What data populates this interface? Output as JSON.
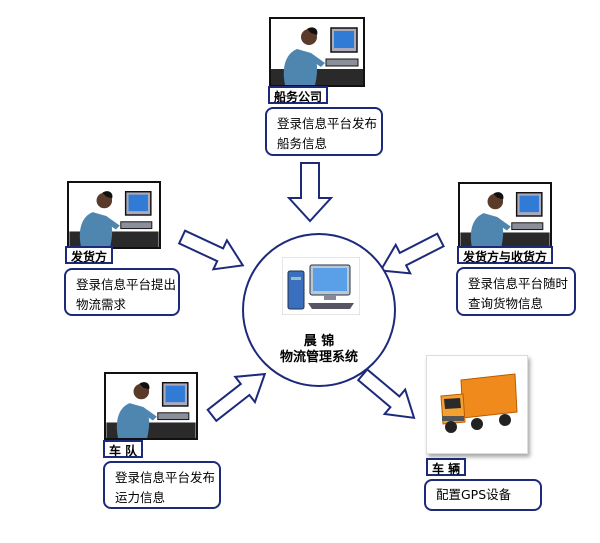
{
  "nodes": {
    "shipping": {
      "tag": "船务公司",
      "lines": [
        "登录信息平台发布",
        "船务信息"
      ],
      "icon": "person-computer-icon"
    },
    "shipper": {
      "tag": "发货方",
      "lines": [
        "登录信息平台提出",
        "物流需求"
      ],
      "icon": "person-computer-icon"
    },
    "both": {
      "tag": "发货方与收货方",
      "lines": [
        "登录信息平台随时",
        "查询货物信息"
      ],
      "icon": "person-computer-icon"
    },
    "fleet": {
      "tag": "车  队",
      "lines": [
        "登录信息平台发布",
        "运力信息"
      ],
      "icon": "person-computer-icon"
    },
    "vehicle": {
      "tag": "车  辆",
      "lines": [
        "配置GPS设备"
      ],
      "icon": "truck-icon"
    }
  },
  "center": {
    "lines": [
      "晨  锦",
      "物流管理系统"
    ],
    "icon": "computer-system-icon"
  },
  "colors": {
    "border": "#1d2a7a",
    "arrow_fill": "#ffffff",
    "arrow_stroke": "#1d2a7a"
  }
}
